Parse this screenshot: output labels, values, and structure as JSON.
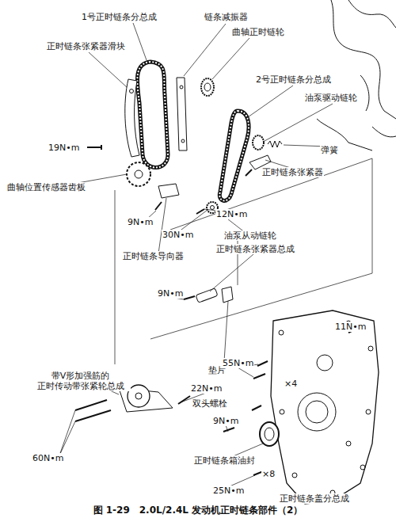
{
  "diagram": {
    "caption": "图 1-29　2.0L/2.4L 发动机正时链条部件（2）",
    "labels": [
      "1号正时链条分总成",
      "链条减振器",
      "曲轴正时链轮",
      "正时链条张紧器滑块",
      "2号正时链条分总成",
      "油泵驱动链轮",
      "19N•m",
      "弹簧",
      "正时链条张紧器",
      "曲轴位置传感器齿板",
      "9N•m",
      "12N•m",
      "30N•m",
      "油泵从动链轮",
      "正时链条导向器",
      "正时链条张紧器总成",
      "9N•m",
      "11N•m",
      "带V形加强筋的 正时传动带张紧轮总成",
      "垫片",
      "55N•m",
      "×4",
      "22N•m",
      "双头螺栓",
      "60N•m",
      "9N•m",
      "正时链条箱油封",
      "×8",
      "25N•m",
      "正时链条盖分总成"
    ]
  }
}
